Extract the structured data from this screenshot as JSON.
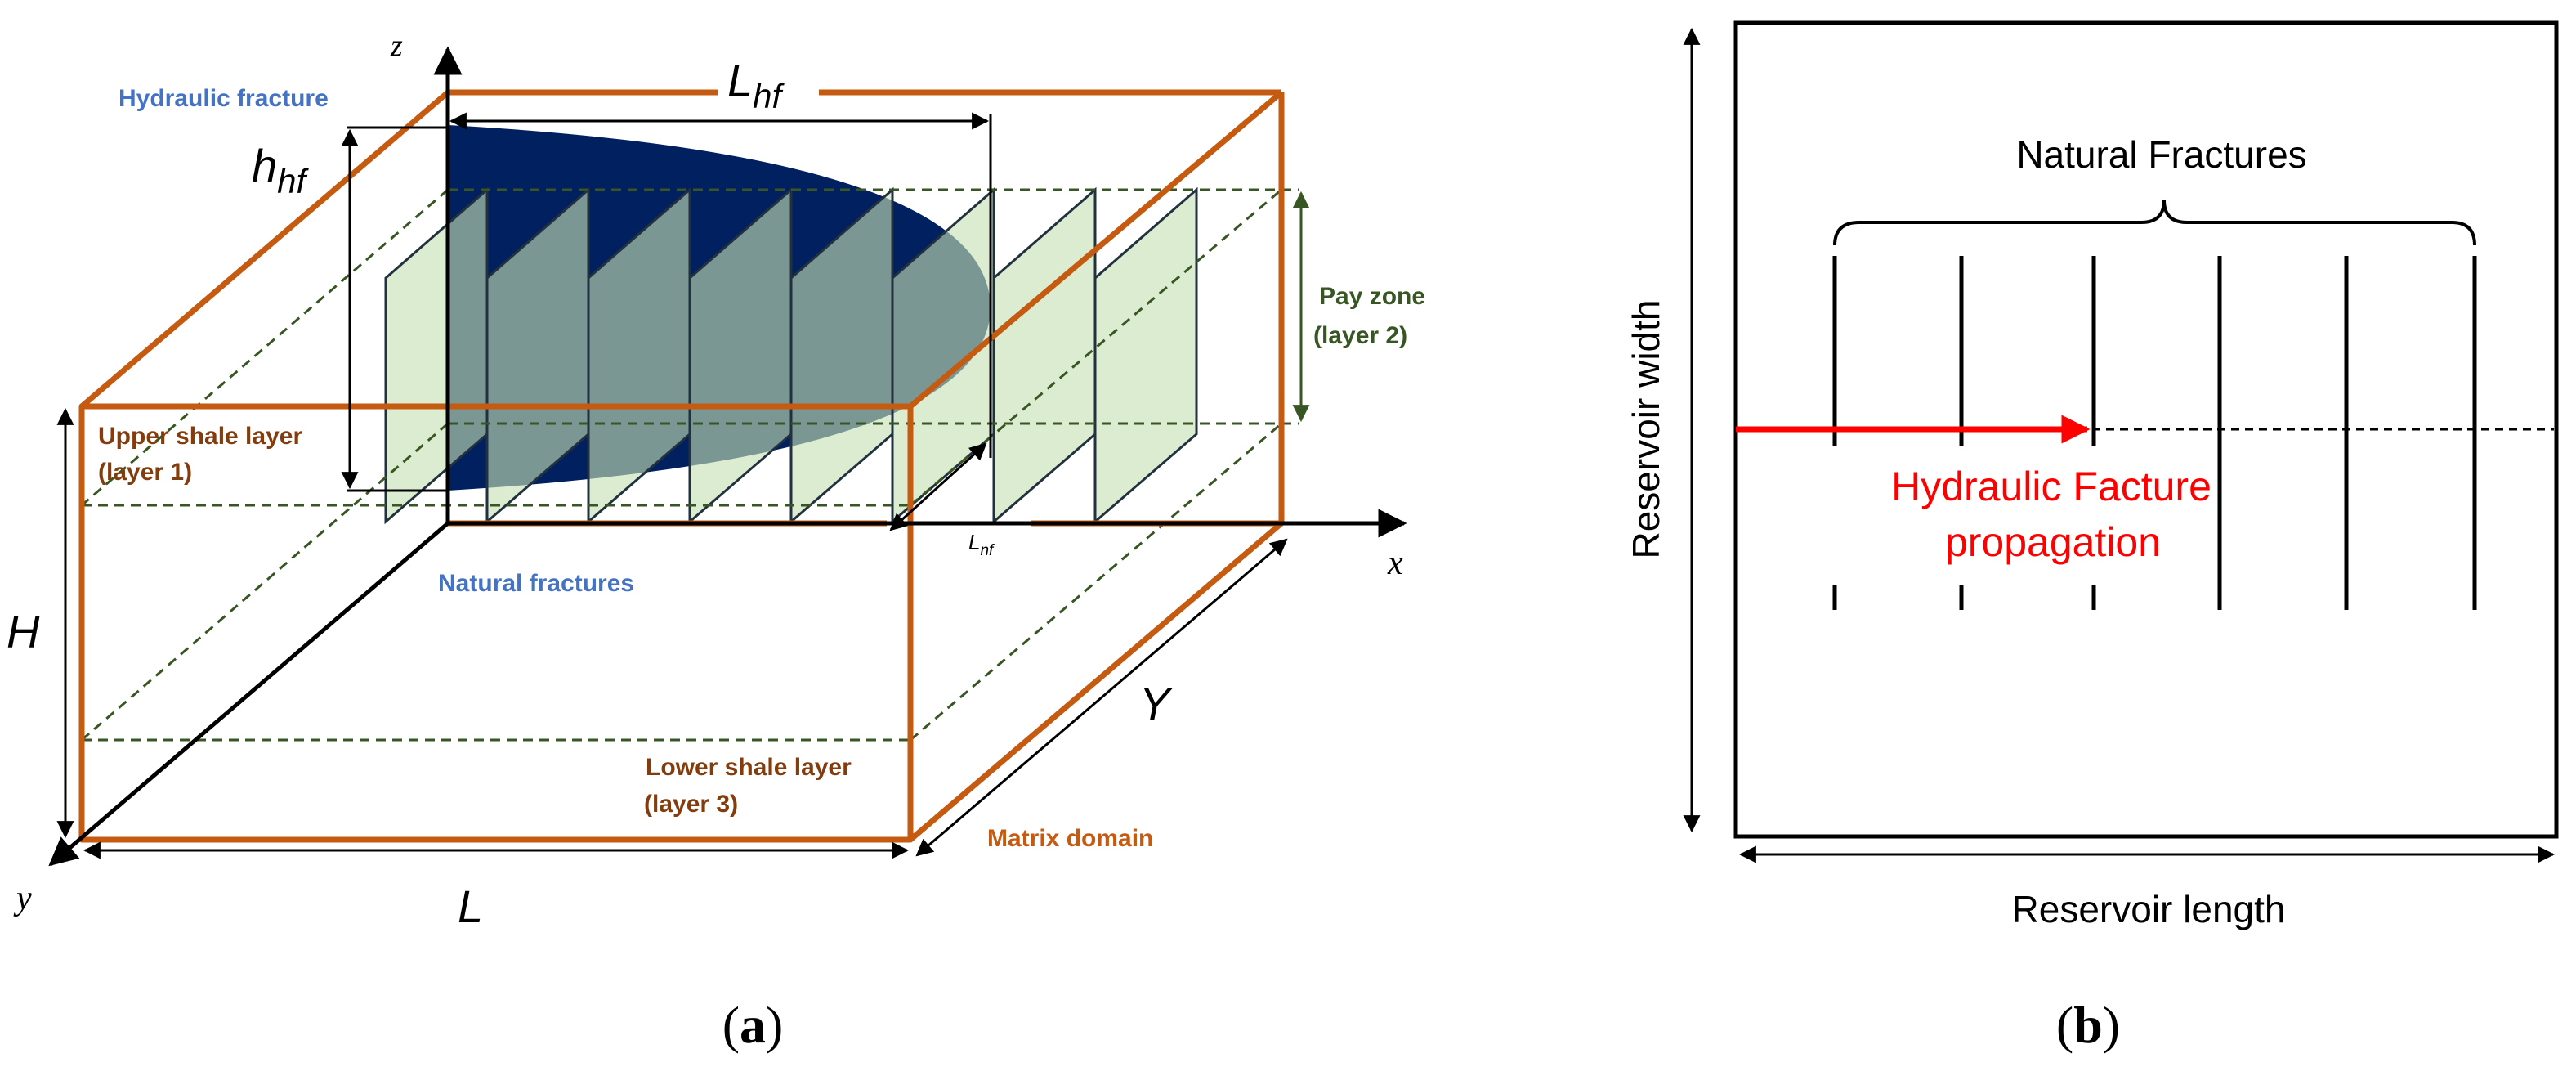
{
  "panel_a": {
    "axis_z": "z",
    "axis_x": "x",
    "axis_y": "y",
    "label_hydraulic_fracture": "Hydraulic fracture",
    "label_h_hf_main": "h",
    "label_h_hf_sub": "hf",
    "label_L_hf_main": "L",
    "label_L_hf_sub": "hf",
    "label_L_nf_main": "L",
    "label_L_nf_sub": "nf",
    "label_pay_zone_1": "Pay zone",
    "label_pay_zone_2": "(layer 2)",
    "label_upper_shale_1": "Upper shale layer",
    "label_upper_shale_2": "(layer 1)",
    "label_natural_fractures": "Natural fractures",
    "label_H": "H",
    "label_Y": "Y",
    "label_L": "L",
    "label_lower_shale_1": "Lower shale layer",
    "label_lower_shale_2": "(layer 3)",
    "label_matrix_domain": "Matrix domain",
    "caption_open": "(",
    "caption_letter": "a",
    "caption_close": ")",
    "colors": {
      "box": "#c55a11",
      "hydraulic_fracture": "#002060",
      "natural_fracture_fill": "#d5e8c9",
      "layer_dash": "#375623",
      "blue_label": "#4472c4",
      "brown_label": "#843c0c"
    }
  },
  "panel_b": {
    "label_reservoir_width": "Reservoir width",
    "label_reservoir_length": "Reservoir length",
    "label_natural_fractures": "Natural Fractures",
    "label_propagation_1": "Hydraulic Facture",
    "label_propagation_2": "propagation",
    "caption_open": "(",
    "caption_letter": "b",
    "caption_close": ")",
    "colors": {
      "propagation": "#ff0000"
    }
  }
}
